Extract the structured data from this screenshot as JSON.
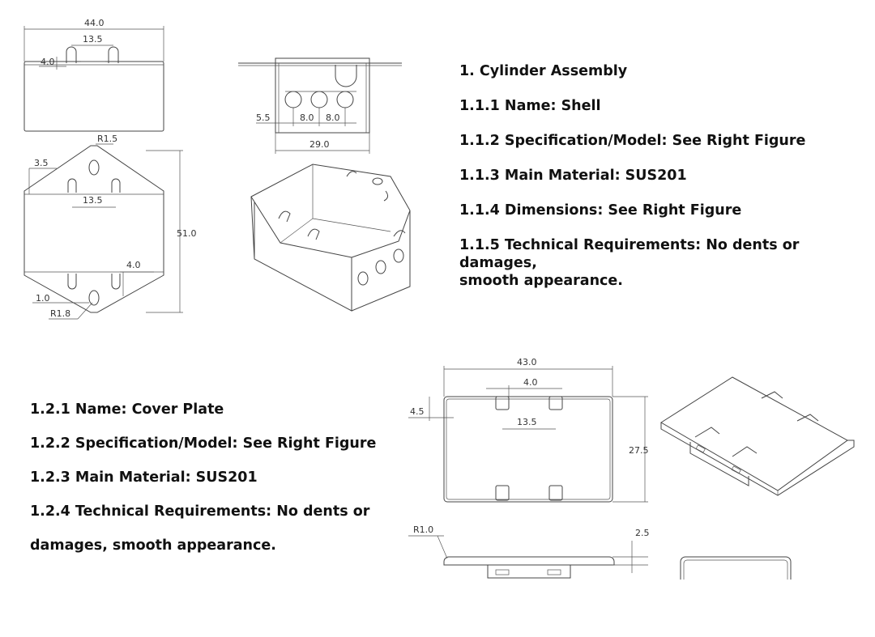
{
  "shell_section": {
    "title": "1. Cylinder Assembly",
    "name": "1.1.1 Name: Shell",
    "spec": "1.1.2 Specification/Model: See Right Figure",
    "material": "1.1.3 Main Material: SUS201",
    "dimensions": "1.1.4 Dimensions: See Right Figure",
    "tech_line1": "1.1.5 Technical Requirements: No dents or damages,",
    "tech_line2": "smooth appearance."
  },
  "cover_section": {
    "name": "1.2.1 Name: Cover Plate",
    "spec": "1.2.2 Specification/Model: See Right Figure",
    "material": "1.2.3 Main Material: SUS201",
    "tech_line1": "1.2.4 Technical Requirements: No dents or",
    "tech_line2": "damages, smooth appearance."
  },
  "shell_dims": {
    "top_width": "44.0",
    "top_slot_spacing": "13.5",
    "top_slot_width": "4.0",
    "corner_radius": "R1.5",
    "flat_edge": "3.5",
    "flat_slot_spacing": "13.5",
    "flat_height": "51.0",
    "flat_slot_width": "4.0",
    "flat_offset": "1.0",
    "hole_radius": "R1.8",
    "side_offset": "5.5",
    "hole_pitch_1": "8.0",
    "hole_pitch_2": "8.0",
    "side_width": "29.0"
  },
  "cover_dims": {
    "width": "43.0",
    "tab_width": "4.0",
    "edge": "4.5",
    "tab_spacing": "13.5",
    "height": "27.5",
    "radius": "R1.0",
    "thickness": "2.5"
  }
}
